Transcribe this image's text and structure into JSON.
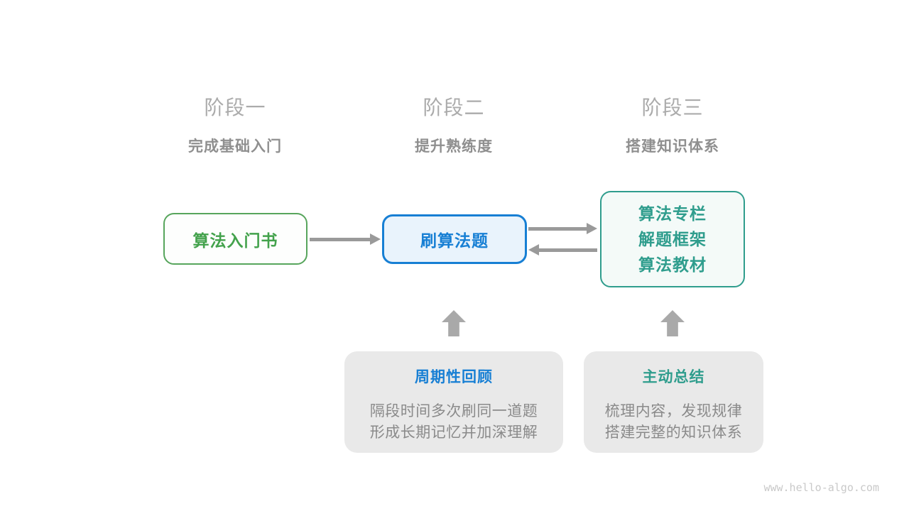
{
  "stages": [
    {
      "title": "阶段一",
      "subtitle": "完成基础入门"
    },
    {
      "title": "阶段二",
      "subtitle": "提升熟练度"
    },
    {
      "title": "阶段三",
      "subtitle": "搭建知识体系"
    }
  ],
  "nodes": {
    "intro_book": {
      "label": "算法入门书",
      "border_color": "#57a55c",
      "text_color": "#43a24c",
      "bg_color": "#fdfefd"
    },
    "practice": {
      "label": "刷算法题",
      "border_color": "#177fd4",
      "text_color": "#177fd4",
      "bg_color": "#e9f3fc"
    },
    "resources": {
      "lines": [
        "算法专栏",
        "解题框架",
        "算法教材"
      ],
      "border_color": "#2f9d8d",
      "text_color": "#2f9d8d",
      "bg_color": "#f4faf8"
    }
  },
  "callouts": [
    {
      "title": "周期性回顾",
      "title_color": "#177fd4",
      "lines": [
        "隔段时间多次刷同一道题",
        "形成长期记忆并加深理解"
      ]
    },
    {
      "title": "主动总结",
      "title_color": "#2f9d8d",
      "lines": [
        "梳理内容，发现规律",
        "搭建完整的知识体系"
      ]
    }
  ],
  "arrows": {
    "line_color": "#9a9a9a",
    "block_color": "#a9a9a9"
  },
  "watermark": "www.hello-algo.com"
}
